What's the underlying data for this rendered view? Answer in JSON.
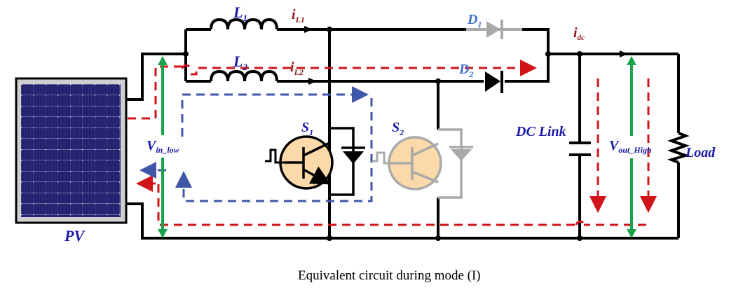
{
  "caption": "Equivalent circuit during mode (I)",
  "components": {
    "pv": "PV",
    "inductor1": {
      "name": "L",
      "sub": "1"
    },
    "inductor2": {
      "name": "L",
      "sub": "2"
    },
    "current_l1": {
      "name": "i",
      "sub": "L1"
    },
    "current_l2": {
      "name": "i",
      "sub": "L2"
    },
    "diode1": {
      "name": "D",
      "sub": "1"
    },
    "diode2": {
      "name": "D",
      "sub": "2"
    },
    "current_dc": {
      "name": "i",
      "sub": "dc"
    },
    "switch1": {
      "name": "S",
      "sub": "1"
    },
    "switch2": {
      "name": "S",
      "sub": "2"
    },
    "dc_link": "DC Link",
    "v_in": {
      "name": "V",
      "sub": "in_low"
    },
    "v_out": {
      "name": "V",
      "sub": "out_High"
    },
    "load": "Load"
  },
  "colors": {
    "label_blue": "#1a1aa8",
    "diode_label_blue": "#3a6fd0",
    "current_red": "#8b1a1a",
    "loop_red": "#d0141a",
    "loop_blue": "#4056a8",
    "voltage_green": "#17a34a",
    "inactive_gray": "#a9a9a9",
    "switch_fill": "#fbd9a8",
    "pv_cell": "#2a2a7a"
  }
}
